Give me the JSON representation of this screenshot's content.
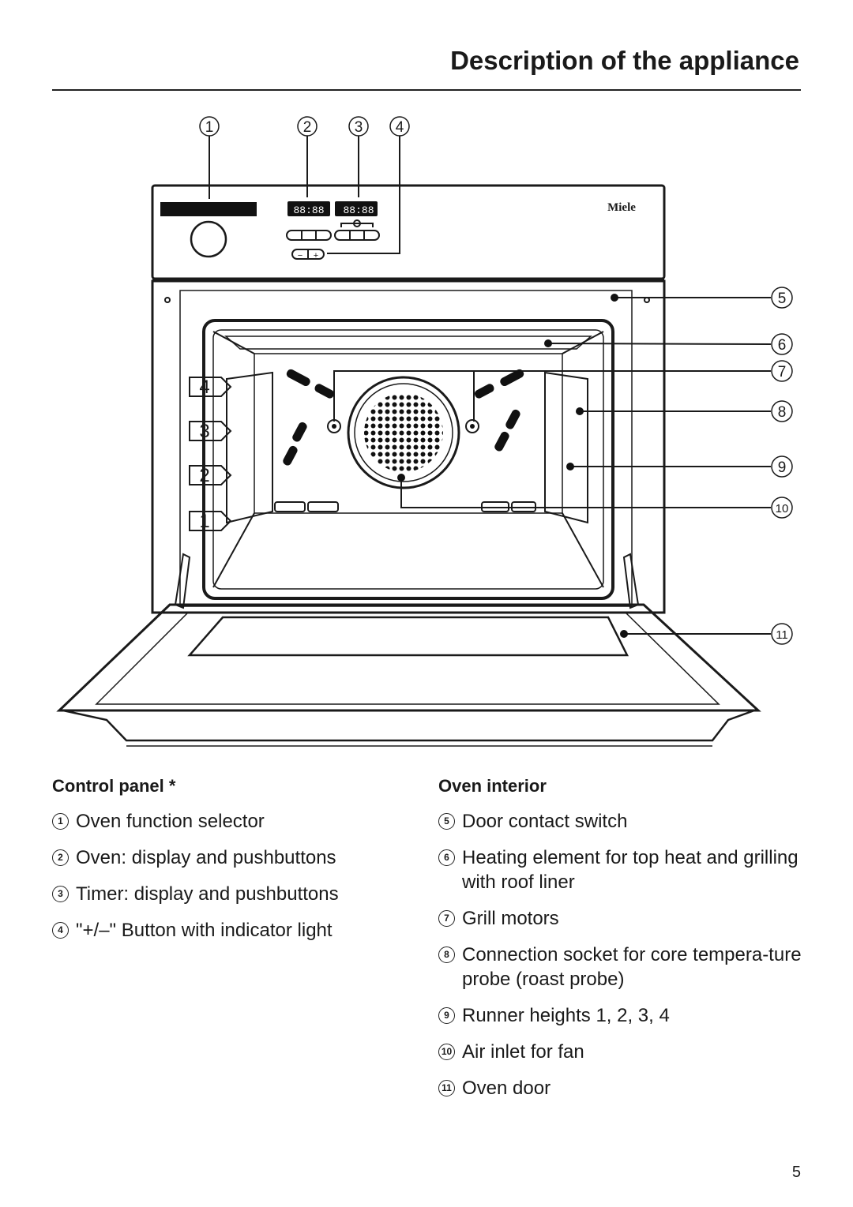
{
  "header": {
    "title": "Description of the appliance"
  },
  "diagram": {
    "brand": "Miele",
    "display_oven": "88:88",
    "display_timer": "88:88",
    "callouts_top": [
      "1",
      "2",
      "3",
      "4"
    ],
    "callouts_right": [
      "5",
      "6",
      "7",
      "8",
      "9",
      "10",
      "11"
    ],
    "runner_labels": [
      "4",
      "3",
      "2",
      "1"
    ],
    "minus": "−",
    "plus": "+"
  },
  "control_panel": {
    "heading": "Control panel *",
    "items": [
      {
        "num": "1",
        "text": "Oven function selector"
      },
      {
        "num": "2",
        "text": "Oven: display and pushbuttons"
      },
      {
        "num": "3",
        "text": "Timer: display and pushbuttons"
      },
      {
        "num": "4",
        "text": "\"+/–\" Button with indicator light"
      }
    ]
  },
  "oven_interior": {
    "heading": "Oven interior",
    "items": [
      {
        "num": "5",
        "text": "Door contact switch"
      },
      {
        "num": "6",
        "text": "Heating element for top heat and grilling with roof liner"
      },
      {
        "num": "7",
        "text": "Grill motors"
      },
      {
        "num": "8",
        "text": "Connection socket for core tempera-ture probe (roast probe)"
      },
      {
        "num": "9",
        "text": "Runner heights 1, 2, 3, 4"
      },
      {
        "num": "10",
        "text": "Air inlet for fan"
      },
      {
        "num": "11",
        "text": "Oven door"
      }
    ]
  },
  "footer": {
    "page": "5"
  }
}
